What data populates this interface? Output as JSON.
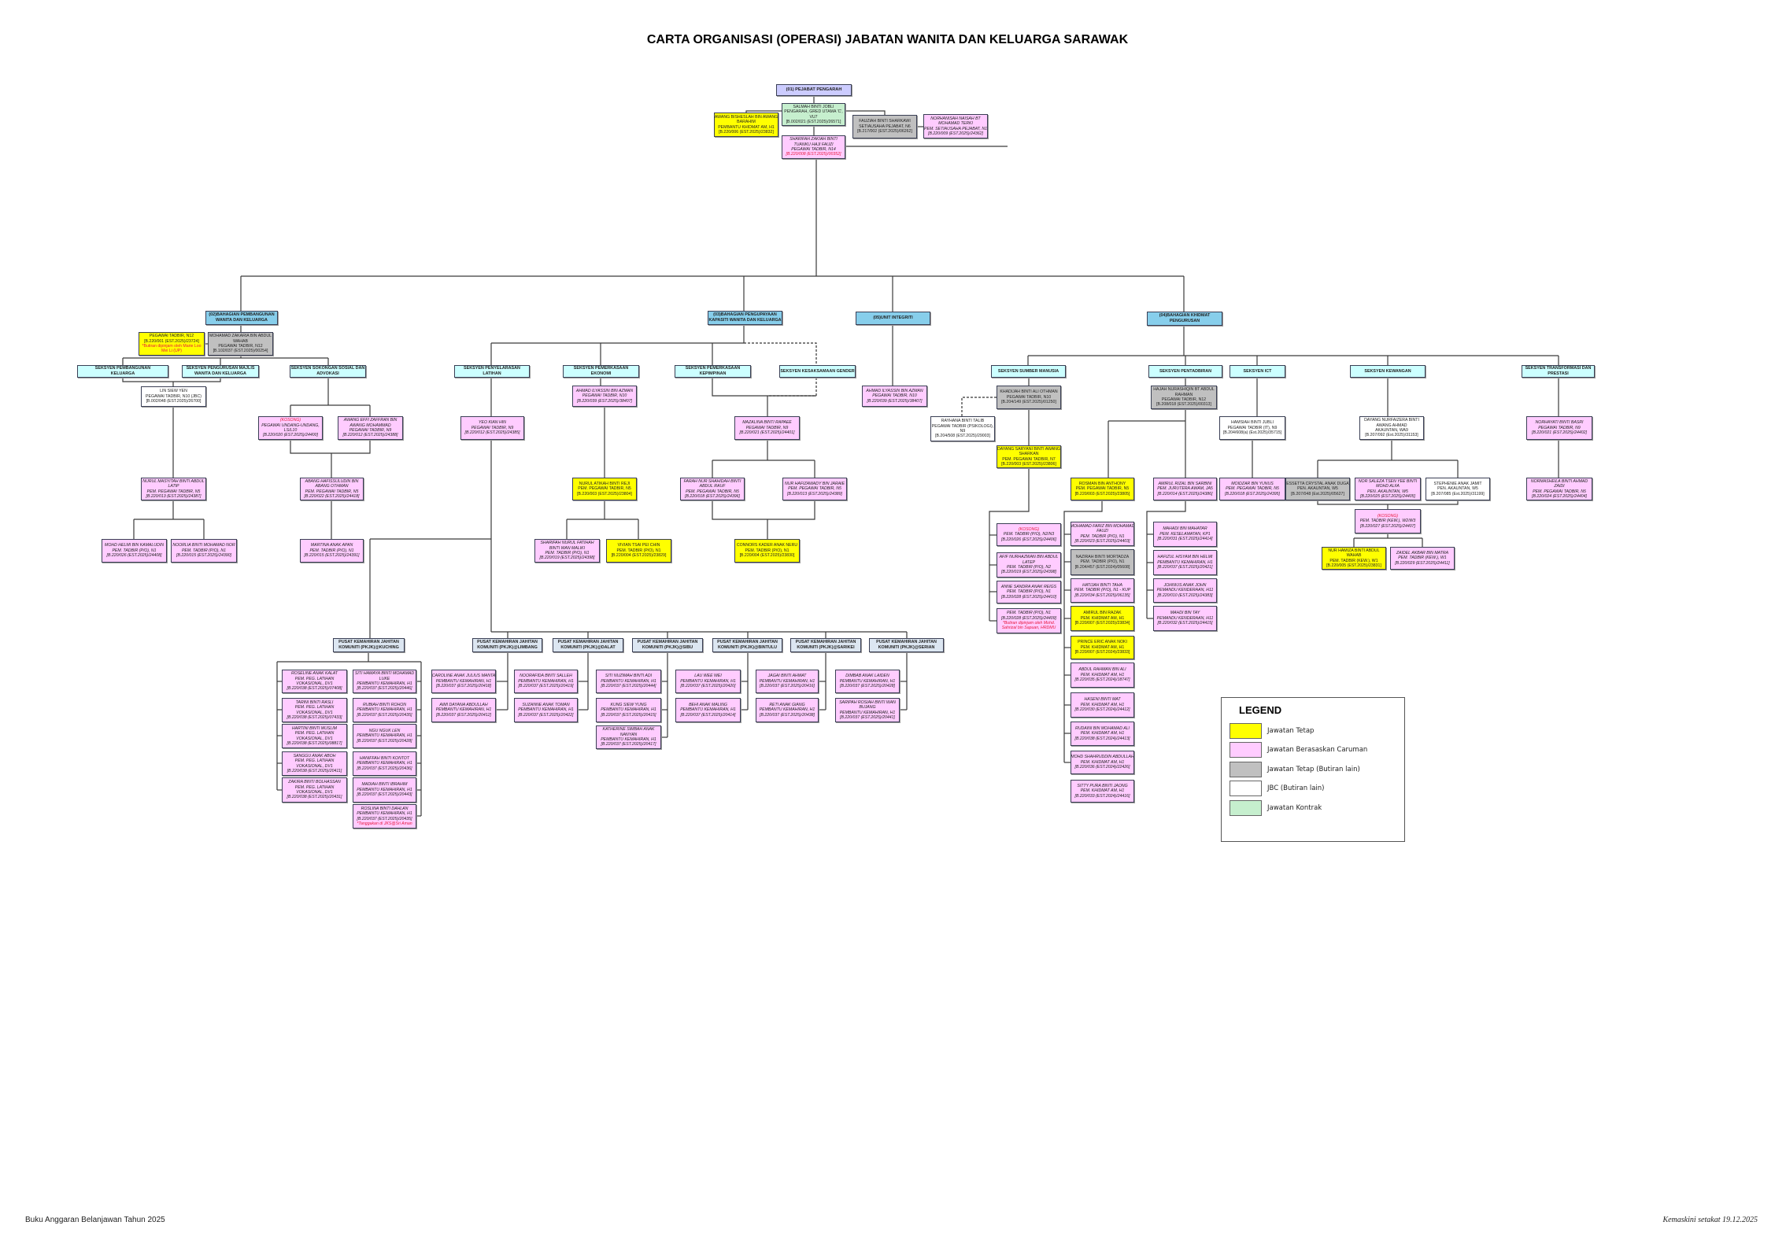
{
  "title": "CARTA ORGANISASI (OPERASI) JABATAN WANITA DAN KELUARGA SARAWAK",
  "colors": {
    "jawatan_tetap": "#ffff00",
    "berasaskan_caruman": "#ffccff",
    "tetap_butiran_lain": "#c0c0c0",
    "jbc": "#ffffff",
    "kontrak": "#c6efce",
    "bahagian": "#87ceeb",
    "seksyen": "#ccffff",
    "pkjk": "#dce6f1",
    "red_text": "#e8183c"
  },
  "legend": {
    "title": "LEGEND",
    "items": [
      {
        "label": "Jawatan Tetap",
        "color": "#ffff00"
      },
      {
        "label": "Jawatan Berasaskan Caruman",
        "color": "#ffccff"
      },
      {
        "label": "Jawatan Tetap (Butiran lain)",
        "color": "#c0c0c0"
      },
      {
        "label": "JBC (Butiran lain)",
        "color": "#ffffff"
      },
      {
        "label": "Jawatan Kontrak",
        "color": "#c6efce"
      }
    ]
  },
  "footer": {
    "left": "Buku Anggaran Belanjawan Tahun 2025",
    "right": "Kemaskini setakat 19.12.2025"
  },
  "boxes": {
    "pejabat": {
      "type": "office",
      "lines": [
        "(01) PEJABAT PENGARAH"
      ]
    },
    "salmah": {
      "type": "green",
      "lines": [
        "SALMAH BINTI JOBLI",
        "PENGARAH, GRED UTAMA 'C',",
        "VU7",
        "[B.002/021 (EST.2025)/26571]"
      ]
    },
    "awang_bisheslah": {
      "type": "yellow",
      "lines": [
        "AWANG BISHESLAH BIN AWANG",
        "BARAHIM",
        "PEMBANTU KHIDMAT AM, H1",
        "[B.220/006 (EST.2025)/23832]"
      ]
    },
    "fauziah": {
      "type": "grey",
      "lines": [
        "FAUZIAH BINTI SHARKAWI",
        "SETIAUSAHA PEJABAT, N6",
        "[B.217/002 (EST.2025)/06262]"
      ]
    },
    "norhanisah": {
      "type": "pink",
      "lines": [
        "NORHANISAH NAISAH BT",
        "MOHAMAD TERKI",
        "PEM. SETIAUSAHA PEJABAT, N1",
        "[B.220/009 (EST.2025)/24362]"
      ]
    },
    "sharifah_zakiah": {
      "type": "pink",
      "lines": [
        "SHARIFAH ZAKIAH BINTI",
        "TUANKU HAJI FAUZI",
        "PEGAWAI TADBIR, N14",
        "[B.220/008 (EST.2025)/00352]"
      ],
      "red": [
        3
      ]
    },
    "b02": {
      "type": "heading",
      "lines": [
        "(02)BAHAGIAN PEMBANGUNAN",
        "WANITA DAN KELUARGA"
      ]
    },
    "b03": {
      "type": "heading",
      "lines": [
        "(03)BAHAGIAN PENGUPAYAAN",
        "KAPASITI WANITA DAN KELUARGA"
      ]
    },
    "b05": {
      "type": "heading",
      "lines": [
        "(05)UNIT INTEGRITI"
      ]
    },
    "b04": {
      "type": "heading",
      "lines": [
        "(04)BAHAGIAN KHIDMAT",
        "PENGURUSAN"
      ]
    },
    "s_pembangunan": {
      "type": "section",
      "lines": [
        "SEKSYEN PEMBANGUNAN",
        "KELUARGA"
      ]
    },
    "s_majlis": {
      "type": "section",
      "lines": [
        "SEKSYEN PENGURUSAN MAJLIS",
        "WANITA DAN KELUARGA"
      ]
    },
    "s_sokongan": {
      "type": "section",
      "lines": [
        "SEKSYEN SOKONGAN SOSIAL DAN",
        "ADVOKASI"
      ]
    },
    "s_latihan": {
      "type": "section",
      "lines": [
        "SEKSYEN PENYELARASAN",
        "LATIHAN"
      ]
    },
    "s_ekonomi": {
      "type": "section",
      "lines": [
        "SEKSYEN PEMERKASAAN",
        "EKONOMI"
      ]
    },
    "s_kepimpinan": {
      "type": "section",
      "lines": [
        "SEKSYEN PEMERKASAAN",
        "KEPIMPINAN"
      ]
    },
    "s_gender": {
      "type": "section",
      "lines": [
        "SEKSYEN KESAKSAMAAN GENDER"
      ]
    },
    "s_sumber": {
      "type": "section",
      "lines": [
        "SEKSYEN SUMBER MANUSIA"
      ]
    },
    "s_pentadbiran": {
      "type": "section",
      "lines": [
        "SEKSYEN PENTADBIRAN"
      ]
    },
    "s_ict": {
      "type": "section",
      "lines": [
        "SEKSYEN ICT"
      ]
    },
    "s_kewangan": {
      "type": "section",
      "lines": [
        "SEKSYEN KEWANGAN"
      ]
    },
    "s_transformasi": {
      "type": "section",
      "lines": [
        "SEKSYEN TRANSFORMASI DAN",
        "PRESTASI"
      ]
    },
    "pt_n12": {
      "type": "yellow",
      "lines": [
        "PEGAWAI TADBIR, N12",
        "[B.220/001 (EST.2025)/23724]",
        "*Butiran dipinjam oleh Marie Loo",
        "Mei Li (UP)"
      ],
      "red": [
        2,
        3
      ]
    },
    "zakaria": {
      "type": "grey",
      "lines": [
        "MOHAMAD ZAKARIA BIN ABDUL",
        "WAHAB",
        "PEGAWAI TADBIR, N12",
        "[B.102/037 (EST.2025)/00254]"
      ]
    },
    "lin": {
      "type": "white",
      "lines": [
        "LIN SIEW YEN",
        "PEGAWAI TADBIR, N10 (JBC)",
        "[B.002/048 (EST.2025)/26700]"
      ]
    },
    "kosong_uu": {
      "type": "pink",
      "lines": [
        "(KOSONG)",
        "PEGAWAI UNDANG-UNDANG,",
        "LS/L10",
        "[B.220/020 (EST.2025)/24400]"
      ],
      "red": [
        0
      ]
    },
    "effi": {
      "type": "pink",
      "lines": [
        "AWANG EFFI ZAFFRAN BIN",
        "AWANG MOHAMMAD",
        "PEGAWAI TADBIR, N9",
        "[B.220/012 (EST.2025)/24388]"
      ]
    },
    "masyitah": {
      "type": "pink",
      "lines": [
        "NURUL MASYITAH BINTI ABDUL",
        "LATIP",
        "PEM. PEGAWAI TADBIR, N5",
        "[B.220/013 (EST.2025)/24387]"
      ]
    },
    "hafiss": {
      "type": "pink",
      "lines": [
        "ABANG HAFISSULUDIN BIN",
        "ABANG OTHMAN",
        "PEM. PEGAWAI TADBIR, N5",
        "[B.220/022 (EST.2025)/24418]"
      ]
    },
    "helmi": {
      "type": "pink",
      "lines": [
        "MOHD HELMI BIN KAMALUDIN",
        "PEM. TADBIR (P/O), N1",
        "[B.220/026 (EST.2025)/24408]"
      ]
    },
    "noorlia": {
      "type": "pink",
      "lines": [
        "NOORLIA BINTI MOHAMAD NOR",
        "PEM. TADBIR (P/O), N1",
        "[B.220/015 (EST.2025)/24390]"
      ]
    },
    "martina": {
      "type": "pink",
      "lines": [
        "MARTINA ANAK APAN",
        "PEM. TADBIR (P/O), N1",
        "[B.220/015 (EST.2025)/24391]"
      ]
    },
    "yeo": {
      "type": "pink",
      "lines": [
        "YEO KIAN HIN",
        "PEGAWAI TADBIR, N9",
        "[B.220/012 (EST.2025)/24385]"
      ]
    },
    "ilyassin1": {
      "type": "pink",
      "lines": [
        "AHMAD ILYASSIN BIN AZMAN",
        "PEGAWAI TADBIR, N10",
        "[B.220/039 (EST.2025)/38407]"
      ]
    },
    "mazalina": {
      "type": "pink",
      "lines": [
        "MAZALINA BINTI RAPAEE",
        "PEGAWAI TADBIR, N9",
        "[B.220/021 (EST.2025)/24401]"
      ]
    },
    "atikah": {
      "type": "yellow",
      "lines": [
        "NURUL ATIKAH BINTI REJI",
        "PEM. PEGAWAI TADBIR, N5",
        "[B.220/003 (EST.2025)/23804]"
      ]
    },
    "farah": {
      "type": "pink",
      "lines": [
        "FARAH NUR SHAHIDAH BINTI",
        "ABDUL RAUF",
        "PEM. PEGAWAI TADBIR, N5",
        "[B.220/018 (EST.2025)/24396]"
      ]
    },
    "hafizawady": {
      "type": "pink",
      "lines": [
        "NUR HAFIZAWADY BIN JARAIE",
        "PEM. PEGAWAI TADBIR, N5",
        "[B.220/013 (EST.2025)/24389]"
      ]
    },
    "sh_nurul": {
      "type": "pink",
      "lines": [
        "SHARIFAH NURUL FATIHAH",
        "BINTI WAN MALIKI",
        "PEM. TADBIR (P/O), N1",
        "[B.220/019 (EST.2025)/24398]"
      ]
    },
    "vivian": {
      "type": "yellow",
      "lines": [
        "VIVIAN TSAI PEI CHIN",
        "PEM. TADBIR (P/O), N1",
        "[B.220/004 (EST.2025)/23829]"
      ]
    },
    "connors": {
      "type": "yellow",
      "lines": [
        "CONNORS KADER ANAK NERU",
        "PEM. TADBIR (P/O), N1",
        "[B.220/004 (EST.2025)/23830]"
      ]
    },
    "ilyassin2": {
      "type": "pink",
      "lines": [
        "AHMAD ILYASSIN BIN AZMAN",
        "PEGAWAI TADBIR, N10",
        "[B.220/039 (EST.2025)/38407]"
      ]
    },
    "khadijah": {
      "type": "grey",
      "lines": [
        "KHADIJAH BINTI ALI OTHMAN",
        "PEGAWAI TADBIR, N10",
        "[B.204/149 (EST.2025)/01250]"
      ]
    },
    "rayhana": {
      "type": "white",
      "lines": [
        "RAYHANA BINTI TALIB",
        "PEGAWAI TADBIR (PSIKOLOGI),",
        "N9",
        "[B.204/508 (EST.2025)/29003]"
      ]
    },
    "saryani": {
      "type": "yellow",
      "lines": [
        "DAYANG SARYANI BINTI AWANG",
        "SHARKAN",
        "PEM. PEGAWAI TADBIR, N7",
        "[B.220/003 (EST.2025)/23806]"
      ]
    },
    "hr_kosong": {
      "type": "pink",
      "lines": [
        "(KOSONG)",
        "PEM. TADBIR (P/O), N2/N3",
        "[B.220/026 (EST.2025)/24406]"
      ],
      "red": [
        0
      ]
    },
    "afif": {
      "type": "pink",
      "lines": [
        "AFIF NURHAZWAN BIN ABDUL",
        "LATEP",
        "PEM. TADBIR (P/O), N2",
        "[B.220/019 (EST.2025)/24398]"
      ]
    },
    "anne": {
      "type": "pink",
      "lines": [
        "ANNE SANDRA ANAK REIGS",
        "PEM. TADBIR (P/O), N1",
        "[B.220/028 (EST.2025)/24410]"
      ]
    },
    "hr_pinjam": {
      "type": "pink",
      "lines": [
        "PEM. TADBIR (P/O), N1",
        "[B.220/028 (EST.2025)/24409]",
        "*Butiran dipinjam oleh Mohd.",
        "Sahrizal bin Sapuan, HRDMU"
      ],
      "red": [
        2,
        3
      ]
    },
    "rosman": {
      "type": "yellow",
      "lines": [
        "ROSMAN BIN ANTHONY",
        "PEM. PEGAWAI TADBIR, N5",
        "[B.220/003 (EST.2025)/23805]"
      ]
    },
    "fariz": {
      "type": "pink",
      "lines": [
        "MOHAMAD FARIZ BIN MOHAMAD",
        "FAUZI",
        "PEM. TADBIR (P/O), N1",
        "[B.220/023 (EST.2025)/24403]"
      ]
    },
    "nazirah": {
      "type": "grey",
      "lines": [
        "NAZIRAH BINTI MORTADZA",
        "PEM. TADBIR (P/O), N1",
        "[B.204/457 (EST.2024)/05608]"
      ]
    },
    "hatijah": {
      "type": "pink",
      "lines": [
        "HATIJAH BINTI TAHA",
        "PEM. TADBIR (P/O), N1 - KUP",
        "[B.220/034 (EST.2025)/06135]"
      ]
    },
    "amirul_razak": {
      "type": "yellow",
      "lines": [
        "AMIRUL BIN RAZAK",
        "PEM. KHIDMAT AM, H1",
        "[B.220/007 (EST.2025)/23834]"
      ]
    },
    "prince": {
      "type": "yellow",
      "lines": [
        "PRINCE ERIC ANAK NOKI",
        "PEM. KHIDMAT AM, H1",
        "[B.220/007 (EST.2024)/23833]"
      ]
    },
    "abdul_rahman": {
      "type": "pink",
      "lines": [
        "ABDUL RAHMAN BIN ALI",
        "PEM. KHIDMAT AM, H1",
        "[B.220/035 (EST.2024)/18747]"
      ]
    },
    "haseni": {
      "type": "pink",
      "lines": [
        "HASENI BINTI MAT",
        "PEM. KHIDMAT AM, H1",
        "[B.220/030 (EST.2024)/24412]"
      ]
    },
    "rudaini": {
      "type": "pink",
      "lines": [
        "RUDAINI BIN MOHAMAD ALI",
        "PEM. KHIDMAT AM, H1",
        "[B.220/038 (EST.2024)/24413]"
      ]
    },
    "shahruddin": {
      "type": "pink",
      "lines": [
        "MOHD SHAHRUDDIN ABDULLAH",
        "PEM. KHIDMAT AM, H1",
        "[B.220/036 (EST.2024)/22426]"
      ]
    },
    "sitty": {
      "type": "pink",
      "lines": [
        "SITTY PURA BINTI JAONG",
        "PEM. KHIDMAT AM, H1",
        "[B.220/033 (EST.2024)/24416]"
      ]
    },
    "nurashiqin": {
      "type": "grey",
      "lines": [
        "HAJAH NURASHIQIN BT ABDUL",
        "RAHMAN",
        "PEGAWAI TADBIR, N12",
        "[B.208/018 (EST.2025)/00313]"
      ]
    },
    "amirul_rizal": {
      "type": "pink",
      "lines": [
        "AMIRUL RIZAL BIN SARBINI",
        "PEM. JURUTERA AWAM, JA5",
        "[B.220/014 (EST.2025)/24386]"
      ]
    },
    "mahadi": {
      "type": "pink",
      "lines": [
        "MAHADI BIN MAHATAR",
        "PEM. KESELAMATAN, KP1",
        "[B.220/031 (EST.2025)/24414]"
      ]
    },
    "hafizul": {
      "type": "pink",
      "lines": [
        "HAFIZUL HISYAM BIN HELMI",
        "PEMBANTU KEMAHIRAN, H1",
        "[B.220/037 (EST.2025)/20421]"
      ]
    },
    "johnius": {
      "type": "pink",
      "lines": [
        "JOHNIUS ANAK JOHN",
        "PEMANDU KENDERAAN, H11",
        "[B.220/010 (EST.2025)/24383]"
      ]
    },
    "mahdi_tay": {
      "type": "pink",
      "lines": [
        "MAHDI BIN TAY",
        "PEMANDU KENDERAAN, H11",
        "[B.220/032 (EST.2025)/24415]"
      ]
    },
    "hamsiah": {
      "type": "white",
      "lines": [
        "HAMSIAH BINTI JUBLI",
        "PEGAWAI TADBIR (IT), N9",
        "[B.204/608(a) (Est.2025)/35715]"
      ]
    },
    "moidzar": {
      "type": "pink",
      "lines": [
        "MOIDZAR BIN YUNUS",
        "PEM. PEGAWAI TADBIR, N5",
        "[B.220/018 (EST.2025)/24395]"
      ]
    },
    "nurfaizera": {
      "type": "white",
      "lines": [
        "DAYANG NURFAIZERA BINTI",
        "AWANG AHMAD",
        "AKAUNTAN, WA9",
        "[B.207/092 (Est.2025)/31153]"
      ]
    },
    "jessetta": {
      "type": "grey",
      "lines": [
        "JESSETTA CRYSTAL ANAK DUGAT",
        "PEN. AKAUNTAN, W5",
        "[B.207/048 (Est.2025)/05627]"
      ]
    },
    "saleza": {
      "type": "pink",
      "lines": [
        "NOR SALEZA TSEN YEE BINTI",
        "MOHD ALFA",
        "PEN. AKAUNTAN, W5",
        "[B.220/025 (EST.2025)/24405]"
      ]
    },
    "stephenie": {
      "type": "white",
      "lines": [
        "STEPHENIE ANAK JAMIT",
        "PEN. AKAUNTAN, W5",
        "[B.207/085 (Est.2025)/31199]"
      ]
    },
    "kew_kosong": {
      "type": "pink",
      "lines": [
        "(KOSONG)",
        "PEM. TADBIR (KEW.), W2/W3",
        "[B.220/027 (EST.2025)/24407]"
      ],
      "red": [
        0
      ]
    },
    "hamiza": {
      "type": "yellow",
      "lines": [
        "NUR HAMIZA BINTI ABDUL",
        "WAHAB",
        "PEM. TADBIR (KEW.), W1",
        "[B.220/005 (EST.2025)/23831]"
      ]
    },
    "zaidel": {
      "type": "pink",
      "lines": [
        "ZAIDEL AKBAR BIN MATRA",
        "PEM. TADBIR (KEW.), W1",
        "[B.220/029 (EST.2025)/24411]"
      ]
    },
    "norhayati": {
      "type": "pink",
      "lines": [
        "NORHAYATI BINTI BASRI",
        "PEGAWAI TADBIR, N9",
        "[B.220/021 (EST.2025)/24402]"
      ]
    },
    "normasheila": {
      "type": "pink",
      "lines": [
        "NORMASHEILA BINTI AHMAD",
        "ZAIDI",
        "PEM. PEGAWAI TADBIR, N5",
        "[B.220/024 (EST.2025)/24404]"
      ]
    },
    "p_kuching": {
      "type": "pkw",
      "lines": [
        "PUSAT KEMAHIRAN JAHITAN",
        "KOMUNITI (PKJK)@KUCHING"
      ]
    },
    "p_limbang": {
      "type": "pkw",
      "lines": [
        "PUSAT KEMAHIRAN JAHITAN",
        "KOMUNITI (PKJK)@LIMBANG"
      ]
    },
    "p_dalat": {
      "type": "pkw",
      "lines": [
        "PUSAT KEMAHIRAN JAHITAN",
        "KOMUNITI (PKJK)@DALAT"
      ]
    },
    "p_sibu": {
      "type": "pkw",
      "lines": [
        "PUSAT KEMAHIRAN JAHITAN",
        "KOMUNITI (PKJK)@SIBU"
      ]
    },
    "p_bintulu": {
      "type": "pkw",
      "lines": [
        "PUSAT KEMAHIRAN JAHITAN",
        "KOMUNITI (PKJK)@BINTULU"
      ]
    },
    "p_sarikei": {
      "type": "pkw",
      "lines": [
        "PUSAT KEMAHIRAN JAHITAN",
        "KOMUNITI (PKJK)@SARIKEI"
      ]
    },
    "p_serian": {
      "type": "pkw",
      "lines": [
        "PUSAT KEMAHIRAN JAHITAN",
        "KOMUNITI (PKJK)@SERIAN"
      ]
    },
    "k_a0": {
      "type": "pink",
      "lines": [
        "ROSELINE ANAK KALAT",
        "PEM. PEG. LATIHAN",
        "VOKASIONAL, DV1",
        "[B.220/038 (EST.2025)/07408]"
      ]
    },
    "k_a1": {
      "type": "pink",
      "lines": [
        "TARINI BINTI RASLI",
        "PEM. PEG. LATIHAN",
        "VOKASIONAL, DV1",
        "[B.220/038 (EST.2025)/07433]"
      ]
    },
    "k_a2": {
      "type": "pink",
      "lines": [
        "HARTINI BINTI MUSLIM",
        "PEM. PEG. LATIHAN",
        "VOKASIONAL, DV1",
        "[B.220/038 (EST.2025)/08817]"
      ]
    },
    "k_a3": {
      "type": "pink",
      "lines": [
        "SANGGU ANAK ABOH",
        "PEM. PEG. LATIHAN",
        "VOKASIONAL, DV1",
        "[B.220/038 (EST.2025)/20411]"
      ]
    },
    "k_a4": {
      "type": "pink",
      "lines": [
        "ZAKIRA BINTI BOLHASSAN",
        "PEM. PEG. LATIHAN",
        "VOKASIONAL, DV1",
        "[B.220/038 (EST.2025)/20431]"
      ]
    },
    "k_b0": {
      "type": "pink",
      "lines": [
        "SITI HAMAYA BINTI MOHAMAD",
        "LUKE",
        "PEMBANTU KEMAHIRAN, H1",
        "[B.220/037 (EST.2025)/20446]"
      ]
    },
    "k_b1": {
      "type": "pink",
      "lines": [
        "RUBIAH BINTI ROHON",
        "PEMBANTU KEMAHIRAN, H1",
        "[B.220/037 (EST.2025)/20435]"
      ]
    },
    "k_b2": {
      "type": "pink",
      "lines": [
        "NGU NGUK LEN",
        "PEMBANTU KEMAHIRAN, H1",
        "[B.220/037 (EST.2025)/20428]"
      ]
    },
    "k_b3": {
      "type": "pink",
      "lines": [
        "HANIFFAH BINTI KONTOT",
        "PEMBANTU KEMAHIRAN, H1",
        "[B.220/037 (EST.2025)/20436]"
      ]
    },
    "k_b4": {
      "type": "pink",
      "lines": [
        "MADIAH BINTI IBRAHIM",
        "PEMBANTU KEMAHIRAN, H1",
        "[B.220/037 (EST.2025)/20443]"
      ]
    },
    "k_b5": {
      "type": "pink",
      "lines": [
        "ROSLINA BINTI DAHLAN",
        "PEMBANTU KEMAHIRAN, H1",
        "[B.220/037 (EST.2025)/20435]",
        "*Tanggakan di JKS@Sri Aman"
      ],
      "red": [
        3
      ]
    },
    "l_0": {
      "type": "pink",
      "lines": [
        "CAROLINE ANAK JULIUS MANTA",
        "PEMBANTU KEMAHIRAN, H1",
        "[B.220/037 (EST.2025)/20418]"
      ]
    },
    "l_1": {
      "type": "pink",
      "lines": [
        "AIMI DAYANA ABDULLAH",
        "PEMBANTU KEMAHIRAN, H1",
        "[B.220/037 (EST.2025)/20412]"
      ]
    },
    "d_0": {
      "type": "pink",
      "lines": [
        "NOORAFIDA BINTI SALLEH",
        "PEMBANTU KEMAHIRAN, H1",
        "[B.220/037 (EST.2025)/20419]"
      ]
    },
    "d_1": {
      "type": "pink",
      "lines": [
        "SUZANNE ANAK TOMAN",
        "PEMBANTU KEMAHIRAN, H1",
        "[B.220/037 (EST.2025)/20422]"
      ]
    },
    "si_0": {
      "type": "pink",
      "lines": [
        "SITI NUZIMAH BINTI ADI",
        "PEMBANTU KEMAHIRAN, H1",
        "[B.220/037 (EST.2025)/20444]"
      ]
    },
    "si_1": {
      "type": "pink",
      "lines": [
        "KUNG SIEW YUNG",
        "PEMBANTU KEMAHIRAN, H1",
        "[B.220/037 (EST.2025)/20415]"
      ]
    },
    "si_2": {
      "type": "pink",
      "lines": [
        "KATHERINE SIMBAH ANAK",
        "NANYAN",
        "PEMBANTU KEMAHIRAN, H1",
        "[B.220/037 (EST.2025)/20417]"
      ]
    },
    "bi_0": {
      "type": "pink",
      "lines": [
        "LAU WEE WEI",
        "PEMBANTU KEMAHIRAN, H1",
        "[B.220/037 (EST.2025)/20420]"
      ]
    },
    "bi_1": {
      "type": "pink",
      "lines": [
        "BEHI ANAK MALING",
        "PEMBANTU KEMAHIRAN, H1",
        "[B.220/037 (EST.2025)/20414]"
      ]
    },
    "sa_0": {
      "type": "pink",
      "lines": [
        "JAGAI BINTI AHMAT",
        "PEMBANTU KEMAHIRAN, H1",
        "[B.220/037 (EST.2025)/20416]"
      ]
    },
    "sa_1": {
      "type": "pink",
      "lines": [
        "RETI ANAK GIANG",
        "PEMBANTU KEMAHIRAN, H1",
        "[B.220/037 (EST.2025)/20438]"
      ]
    },
    "se_0": {
      "type": "pink",
      "lines": [
        "DIMBAB ANAK LAIDEN",
        "PEMBANTU KEMAHIRAN, H1",
        "[B.220/037 (EST.2025)/20428]"
      ]
    },
    "se_1": {
      "type": "pink",
      "lines": [
        "SARIPAH ROSIAH BINTI WAN",
        "BUJANG",
        "PEMBANTU KEMAHIRAN, H1",
        "[B.220/037 (EST.2025)/20441]"
      ]
    }
  }
}
